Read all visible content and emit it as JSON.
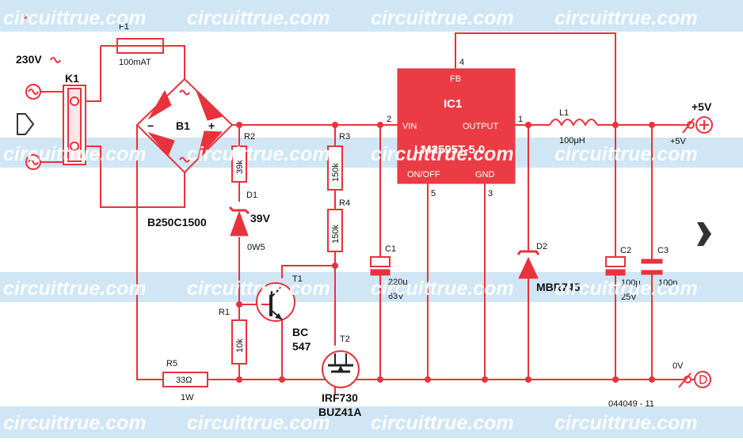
{
  "watermark": "circuittrue.com",
  "mains_label": "230V",
  "k1": "K1",
  "f1": "F1",
  "f1_value": "100mAT",
  "b1": "B1",
  "b1_minus": "−",
  "b1_plus": "+",
  "b1_part": "B250C1500",
  "r2": "R2",
  "r2_value": "39k",
  "d1": "D1",
  "d1_value": "39V",
  "d1_power": "0W5",
  "r1": "R1",
  "r1_value": "10k",
  "r3": "R3",
  "r3_value": "150k",
  "r4": "R4",
  "r4_value": "150k",
  "t1": "T1",
  "t1_part1": "BC",
  "t1_part2": "547",
  "t2": "T2",
  "t2_part1": "IRF730",
  "t2_part2": "BUZ41A",
  "r5": "R5",
  "r5_value": "33Ω",
  "r5_power": "1W",
  "c1": "C1",
  "c1_value": "220μ",
  "c1_voltage": "63V",
  "ic": {
    "name": "IC1",
    "part": "LM2595T-5.0",
    "fb": "FB",
    "vin": "VIN",
    "output": "OUTPUT",
    "onoff": "ON/OFF",
    "gnd": "GND",
    "pin_fb": "4",
    "pin_vin": "2",
    "pin_out": "1",
    "pin_onoff": "5",
    "pin_gnd": "3"
  },
  "l1": "L1",
  "l1_value": "100μH",
  "d2": "D2",
  "d2_part": "MBR745",
  "c2": "C2",
  "c2_value": "100μ",
  "c2_voltage": "25V",
  "c3": "C3",
  "c3_value": "100n",
  "out_plus_big": "+5V",
  "out_plus_small": "+5V",
  "out_zero": "0V",
  "drawing_no": "044049 - 11"
}
